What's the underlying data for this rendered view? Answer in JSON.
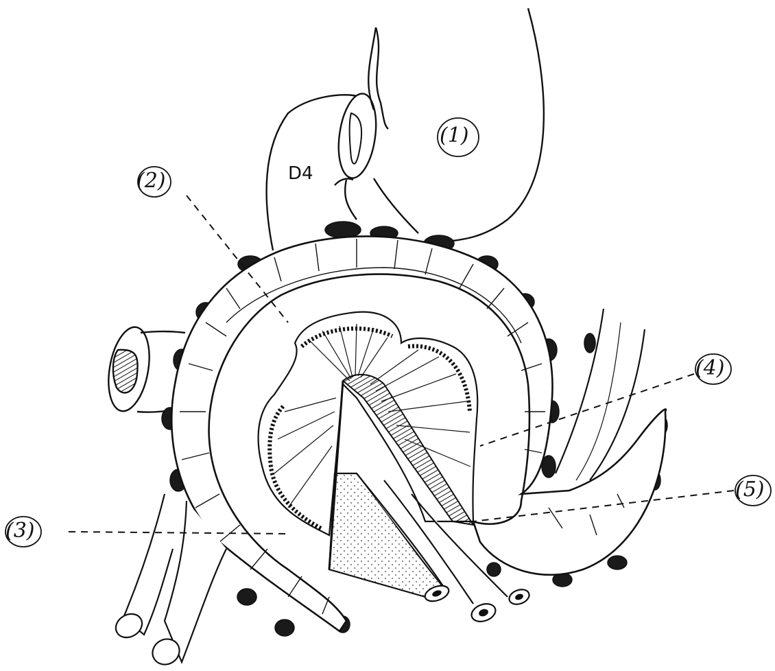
{
  "labels": {
    "organ_1": "(1)",
    "segment_d4": "D4",
    "callout_2": "(2)",
    "callout_3": "(3)",
    "callout_4": "(4)",
    "callout_5": "(5)"
  },
  "colors": {
    "ink": "#111111",
    "paper": "#ffffff",
    "shade": "#1a1a1a"
  }
}
